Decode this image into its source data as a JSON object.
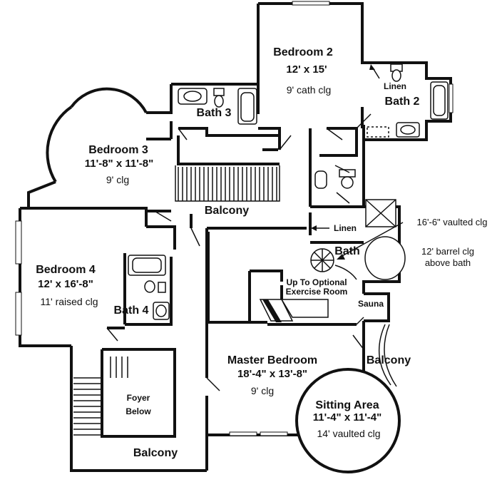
{
  "rooms": {
    "bedroom2": {
      "name": "Bedroom 2",
      "dims": "12' x 15'",
      "ceiling": "9' cath clg"
    },
    "bath2": {
      "name": "Bath 2",
      "linen": "Linen"
    },
    "bath3": {
      "name": "Bath 3"
    },
    "bedroom3": {
      "name": "Bedroom 3",
      "dims": "11'-8\" x 11'-8\"",
      "ceiling": "9' clg"
    },
    "balcony_upper": {
      "name": "Balcony"
    },
    "bedroom4": {
      "name": "Bedroom 4",
      "dims": "12' x 16'-8\"",
      "ceiling": "11' raised clg"
    },
    "bath4": {
      "name": "Bath 4"
    },
    "linen_master": {
      "name": "Linen"
    },
    "master_bath": {
      "name": "Bath"
    },
    "exercise": {
      "line1": "Up To Optional",
      "line2": "Exercise Room"
    },
    "sauna": {
      "name": "Sauna"
    },
    "master_bedroom": {
      "name": "Master Bedroom",
      "dims": "18'-4\" x 13'-8\"",
      "ceiling": "9' clg"
    },
    "balcony_right": {
      "name": "Balcony"
    },
    "sitting_area": {
      "name": "Sitting Area",
      "dims": "11'-4\" x 11'-4\"",
      "ceiling": "14' vaulted clg"
    },
    "foyer": {
      "line1": "Foyer",
      "line2": "Below"
    },
    "balcony_bottom": {
      "name": "Balcony"
    }
  },
  "callouts": {
    "vaulted": "16'-6\" vaulted clg",
    "barrel_line1": "12' barrel clg",
    "barrel_line2": "above bath"
  }
}
